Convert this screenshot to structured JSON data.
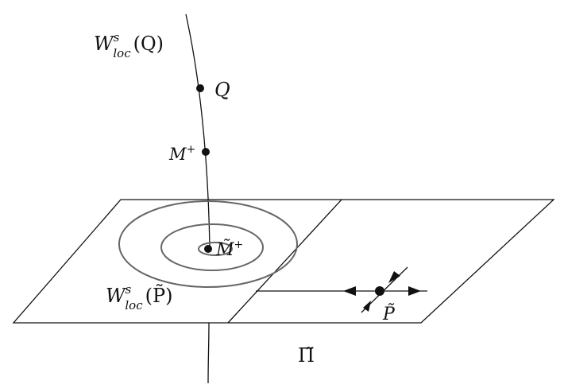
{
  "colors": {
    "line": "#111111",
    "orbit": "#666666",
    "background": "#ffffff"
  },
  "labels": {
    "w_loc_q": {
      "main": "W",
      "sup": "s",
      "sub": "loc",
      "arg": "(Q)"
    },
    "point_q": "Q",
    "point_m_plus": {
      "main": "M",
      "sup": "+"
    },
    "point_m_tilde_plus": {
      "main": "M̃",
      "sup": "+"
    },
    "w_loc_p": {
      "main": "W",
      "sup": "s",
      "sub": "loc",
      "arg": "(P̃)"
    },
    "point_p_tilde": "P̃",
    "plane_pi": "Π̃"
  }
}
